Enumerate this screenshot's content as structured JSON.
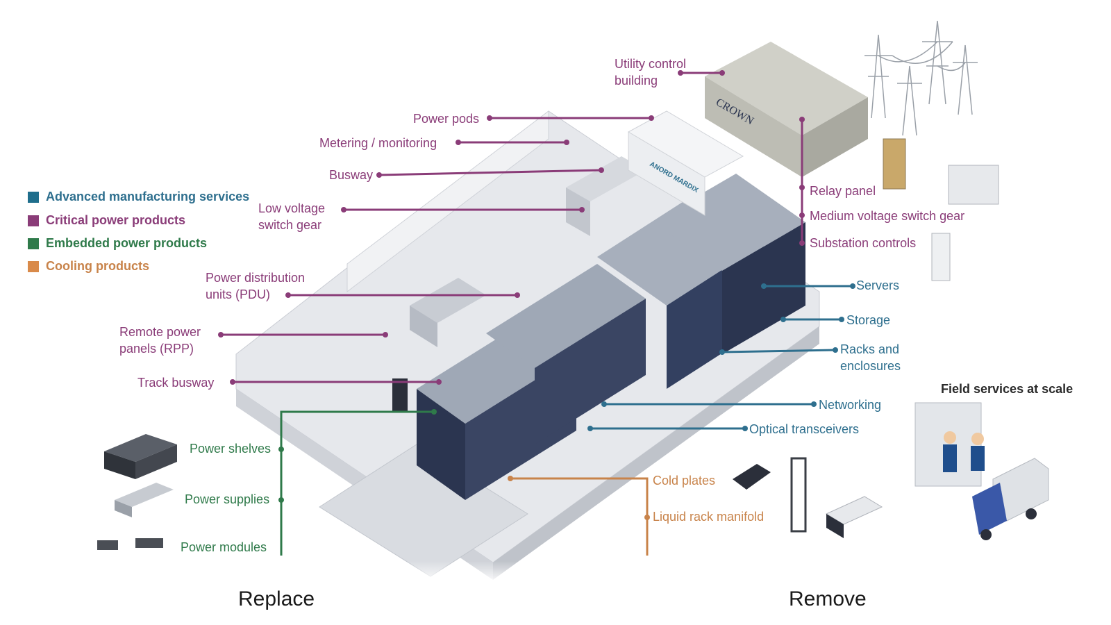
{
  "legend": [
    {
      "label": "Advanced manufacturing services",
      "color": "#1f6e8c"
    },
    {
      "label": "Critical power products",
      "color": "#8a3c78"
    },
    {
      "label": "Embedded power products",
      "color": "#2f7a4a"
    },
    {
      "label": "Cooling products",
      "color": "#d98a4a"
    }
  ],
  "labels": {
    "utility_control": "Utility control\nbuilding",
    "power_pods": "Power pods",
    "metering": "Metering / monitoring",
    "busway": "Busway",
    "low_voltage": "Low voltage\nswitch gear",
    "pdu": "Power distribution\nunits (PDU)",
    "rpp": "Remote power\npanels (RPP)",
    "track_busway": "Track busway",
    "relay_panel": "Relay panel",
    "medium_voltage": "Medium voltage switch gear",
    "substation": "Substation controls",
    "servers": "Servers",
    "storage": "Storage",
    "racks": "Racks and\nenclosures",
    "networking": "Networking",
    "optical": "Optical transceivers",
    "power_shelves": "Power shelves",
    "power_supplies": "Power supplies",
    "power_modules": "Power modules",
    "cold_plates": "Cold plates",
    "liquid_manifold": "Liquid rack manifold"
  },
  "field_services": "Field services at scale",
  "brands": {
    "crown": "CROWN",
    "anord": "ANORD MARDIX"
  },
  "buttons": {
    "replace": "Replace",
    "remove": "Remove"
  },
  "colors": {
    "critical": "#8a3c78",
    "advanced": "#2e6f8e",
    "embedded": "#2f7a4a",
    "cooling": "#c8834a"
  }
}
